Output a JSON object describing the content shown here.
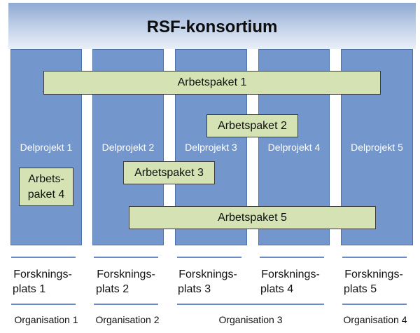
{
  "header": {
    "title": "RSF-konsortium"
  },
  "subprojects": [
    {
      "label": "Delprojekt 1"
    },
    {
      "label": "Delprojekt 2"
    },
    {
      "label": "Delprojekt 3"
    },
    {
      "label": "Delprojekt 4"
    },
    {
      "label": "Delprojekt 5"
    }
  ],
  "work_packages": [
    {
      "label": "Arbetspaket 1"
    },
    {
      "label": "Arbetspaket 2"
    },
    {
      "label": "Arbetspaket 3"
    },
    {
      "label": "Arbets-\npaket 4"
    },
    {
      "label": "Arbetspaket 5"
    }
  ],
  "research_sites": [
    {
      "line1": "Forsknings-",
      "line2": "plats 1"
    },
    {
      "line1": "Forsknings-",
      "line2": "plats 2"
    },
    {
      "line1": "Forsknings-",
      "line2": "plats 3"
    },
    {
      "line1": "Forsknings-",
      "line2": "plats 4"
    },
    {
      "line1": "Forsknings-",
      "line2": "plats 5"
    }
  ],
  "organisations": [
    {
      "label": "Organisation  1"
    },
    {
      "label": "Organisation 2"
    },
    {
      "label": "Organisation 3"
    },
    {
      "label": "Organisation 4"
    }
  ],
  "colors": {
    "column_fill": "#7396cc",
    "work_package_fill": "#d4e2b4",
    "line": "#6a8cc4"
  }
}
